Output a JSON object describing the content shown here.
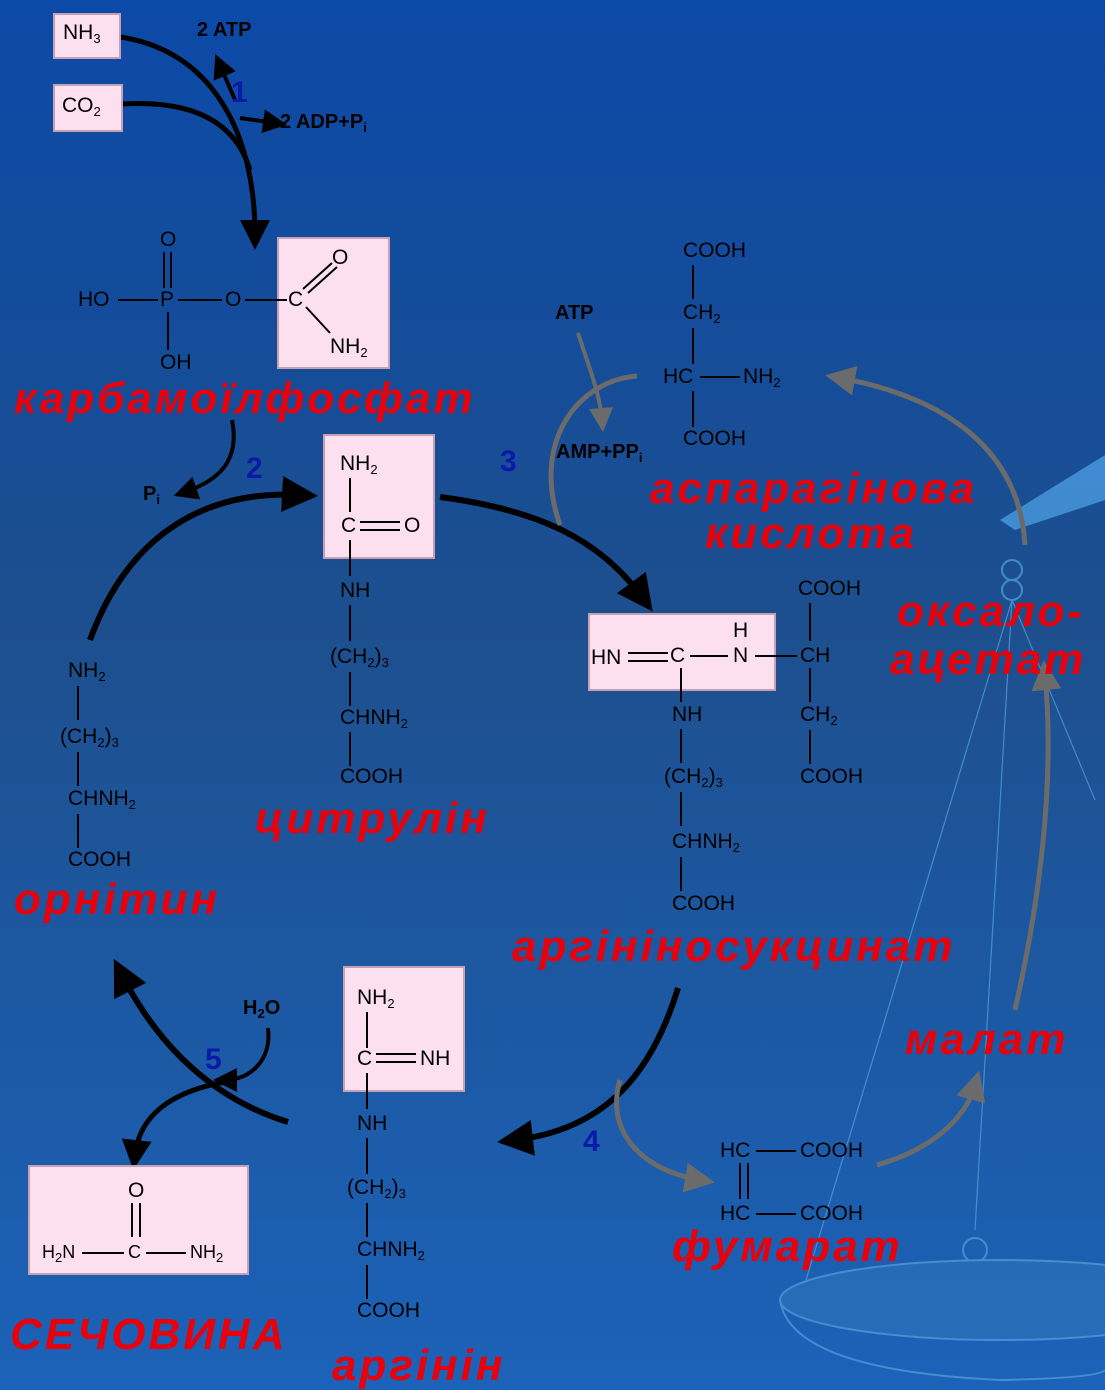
{
  "colors": {
    "name": "#e8000a",
    "step": "#0a1aa8",
    "box": "#fde0f0",
    "bg_top": "#0a3f95",
    "bg_bottom": "#1b5db5"
  },
  "inputs": {
    "nh3": "NH",
    "nh3_sub": "3",
    "co2": "CO",
    "co2_sub": "2",
    "atp2": "2 ATP",
    "adp": "2 ADP+P",
    "adp_sub": "i"
  },
  "steps": {
    "s1": "1",
    "s2": "2",
    "s3": "3",
    "s4": "4",
    "s5": "5"
  },
  "cofactors": {
    "pi": "P",
    "pi_sub": "i",
    "atp": "ATP",
    "amp": "AMP+PP",
    "amp_sub": "i",
    "h2o_h": "H",
    "h2o_sub": "2",
    "h2o_o": "O"
  },
  "cp": {
    "o_top": "O",
    "ho": "HO",
    "p": "P",
    "o_mid": "O",
    "oh": "OH",
    "c": "C",
    "o_c": "O",
    "nh": "NH",
    "nh_sub": "2"
  },
  "cit": {
    "nh": "NH",
    "nh_sub": "2",
    "c": "C",
    "o": "O",
    "nh2": "NH",
    "ch": "(CH",
    "ch_sub": "2",
    "ch_close": ")",
    "ch_n": "3",
    "chnh": "CHNH",
    "chnh_sub": "2",
    "cooh": "COOH"
  },
  "orn": {
    "nh": "NH",
    "nh_sub": "2",
    "ch": "(CH",
    "ch_sub": "2",
    "ch_close": ")",
    "ch_n": "3",
    "chnh": "CHNH",
    "chnh_sub": "2",
    "cooh": "COOH"
  },
  "asp": {
    "cooh_top": "COOH",
    "ch2": "CH",
    "ch2_sub": "2",
    "hc": "HC",
    "nh": "NH",
    "nh_sub": "2",
    "cooh_bot": "COOH"
  },
  "as": {
    "hn": "HN",
    "c": "C",
    "h": "H",
    "n": "N",
    "ch": "CH",
    "nh": "NH",
    "ch2a": "(CH",
    "ch2a_sub": "2",
    "ch2a_close": ")",
    "ch2a_n": "3",
    "chnh": "CHNH",
    "chnh_sub": "2",
    "cooh_l": "COOH",
    "cooh_top": "COOH",
    "ch2": "CH",
    "ch2_sub": "2",
    "cooh_r": "COOH"
  },
  "arg": {
    "nh": "NH",
    "nh_sub": "2",
    "c": "C",
    "nh_r": "NH",
    "nh_mid": "NH",
    "ch": "(CH",
    "ch_sub": "2",
    "ch_close": ")",
    "ch_n": "3",
    "chnh": "CHNH",
    "chnh_sub": "2",
    "cooh": "COOH"
  },
  "fum": {
    "hc1": "HC",
    "cooh1": "COOH",
    "hc2": "HC",
    "cooh2": "COOH"
  },
  "urea": {
    "o": "O",
    "h2n": "H",
    "h2n_sub": "2",
    "h2n_n": "N",
    "c": "C",
    "nh": "NH",
    "nh_sub": "2"
  },
  "names": {
    "carbamoyl": "карбамоїлфосфат",
    "citrulline": "цитрулін",
    "ornithine": "орнітин",
    "aspartate_1": "аспарагінова",
    "aspartate_2": "кислота",
    "oxaloacetate_1": "оксало-",
    "oxaloacetate_2": "ацетат",
    "argininosuccinate": "аргініносукцинат",
    "malate": "малат",
    "fumarate": "фумарат",
    "urea": "СЕЧОВИНА",
    "arginine": "аргінін"
  }
}
